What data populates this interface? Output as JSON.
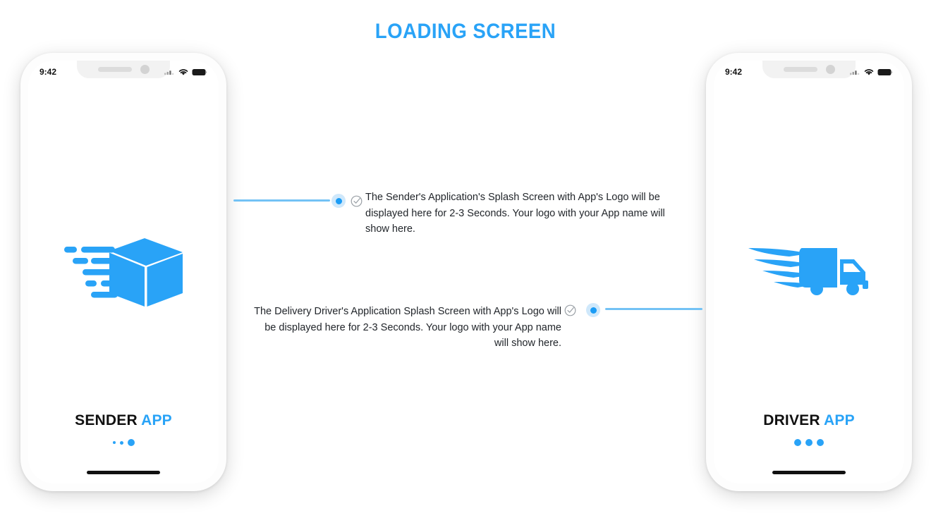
{
  "page": {
    "title": "LOADING SCREEN",
    "accent_color": "#29a3f7",
    "line_color": "#73c2f5",
    "text_color": "#22262b"
  },
  "phones": [
    {
      "id": "sender",
      "status_bar": {
        "time": "9:42",
        "icons": [
          "signal-icon",
          "wifi-icon",
          "battery-icon"
        ]
      },
      "logo_icon": "flying-package-box-icon",
      "brand": {
        "primary": "SENDER",
        "accent": "APP"
      },
      "loader": {
        "dots": [
          "small",
          "medium",
          "large"
        ]
      }
    },
    {
      "id": "driver",
      "status_bar": {
        "time": "9:42",
        "icons": [
          "signal-icon",
          "wifi-icon",
          "battery-icon"
        ]
      },
      "logo_icon": "winged-delivery-truck-icon",
      "brand": {
        "primary": "DRIVER",
        "accent": "APP"
      },
      "loader": {
        "dots": [
          "equal",
          "equal",
          "equal"
        ]
      }
    }
  ],
  "annotations": [
    {
      "id": "sender-note",
      "marker_icon": "bullet-dot-icon",
      "check_icon": "check-circle-icon",
      "text": "The Sender's Application's Splash Screen with App's Logo will be displayed here for 2-3 Seconds. Your logo with your App name will show here."
    },
    {
      "id": "driver-note",
      "marker_icon": "bullet-dot-icon",
      "check_icon": "check-circle-icon",
      "text": "The Delivery Driver's Application Splash Screen with App's Logo will be displayed here for 2-3 Seconds. Your logo with your App name will show here."
    }
  ]
}
